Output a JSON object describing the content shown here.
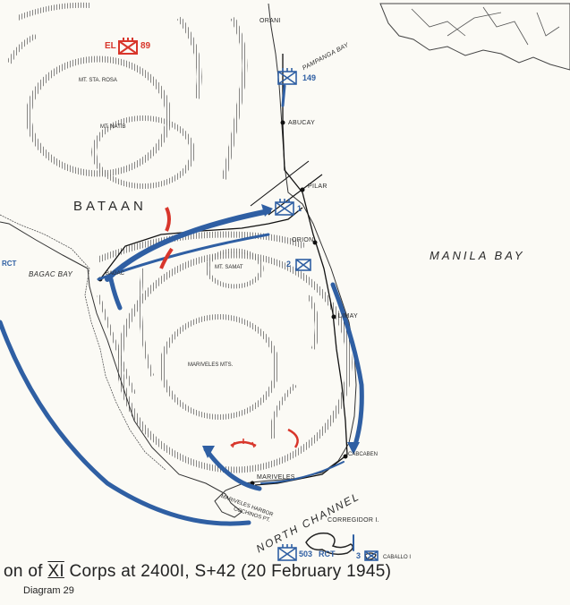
{
  "places": {
    "orani": "ORANI",
    "abucay": "ABUCAY",
    "pilar": "PILAR",
    "orion": "ORION",
    "limay": "LIMAY",
    "cabcaben": "CABCABEN",
    "mariveles": "MARIVELES",
    "bagac": "BAGAC",
    "mt_sta_rosa": "MT. STA. ROSA",
    "mt_natib": "MT. NATIB",
    "mt_samat": "MT. SAMAT",
    "mariveles_mts": "MARIVELES MTS.",
    "mariveles_harbor": "MARIVELES HARBOR",
    "cochinos_pt": "COCHINOS PT.",
    "corregidor": "CORREGIDOR I.",
    "caballo": "CABALLO I"
  },
  "regions": {
    "bataan": "BATAAN",
    "manila_bay": "MANILA BAY",
    "bagac_bay": "BAGAC BAY",
    "pampanga_bay": "PAMPANGA BAY",
    "north_channel": "NORTH CHANNEL"
  },
  "units": {
    "el89": "EL",
    "el89_num": "89",
    "u149": "149",
    "u1": "1",
    "u2": "2",
    "rct_left": "RCT",
    "u503": "503",
    "rct_503": "RCT",
    "u3": "3"
  },
  "caption": {
    "prefix": "on of ",
    "corps": "XI",
    "rest": " Corps at 2400I, S+42 (20 February 1945)"
  },
  "diagram": "Diagram 29",
  "colors": {
    "friendly": "#2f5fa3",
    "enemy": "#d8362b",
    "ink": "#2a2a2a"
  }
}
